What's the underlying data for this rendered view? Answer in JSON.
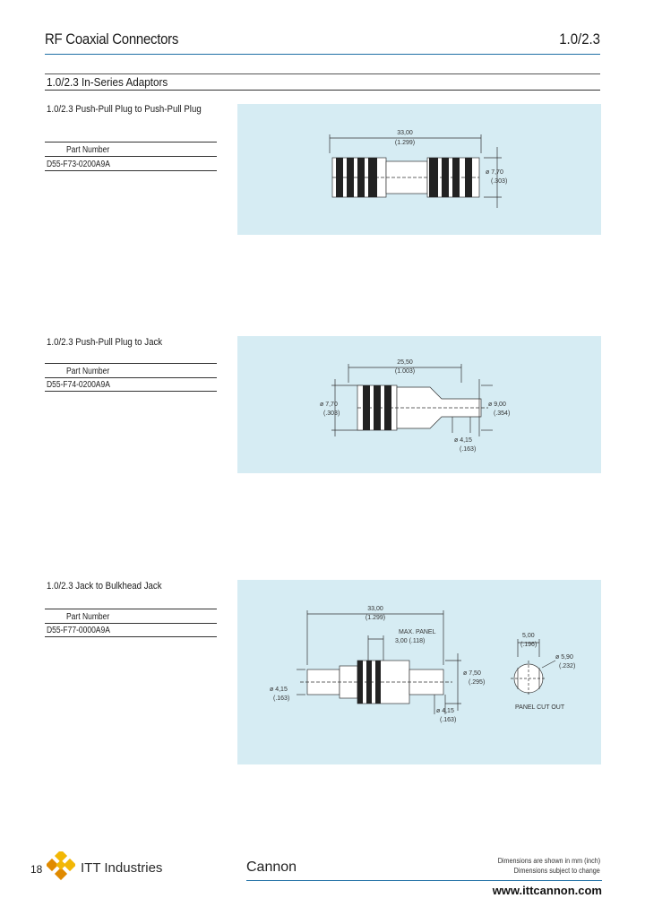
{
  "header": {
    "title": "RF Coaxial Connectors",
    "series_code": "1.0/2.3"
  },
  "section": {
    "title": "1.0/2.3 In-Series Adaptors"
  },
  "products": [
    {
      "title": "1.0/2.3 Push-Pull Plug to Push-Pull Plug",
      "part_number_header": "Part Number",
      "part_number": "D55-F73-0200A9A",
      "dims": {
        "length_mm": "33,00",
        "length_in": "(1.299)",
        "dia_mm": "ø 7,70",
        "dia_in": "(.303)"
      }
    },
    {
      "title": "1.0/2.3 Push-Pull Plug to Jack",
      "part_number_header": "Part Number",
      "part_number": "D55-F74-0200A9A",
      "dims": {
        "length_mm": "25,50",
        "length_in": "(1.003)",
        "dia_left_mm": "ø 7,70",
        "dia_left_in": "(.303)",
        "dia_right_mm": "ø 9,00",
        "dia_right_in": "(.354)",
        "dia_bottom_mm": "ø 4,15",
        "dia_bottom_in": "(.163)"
      }
    },
    {
      "title": "1.0/2.3 Jack to Bulkhead Jack",
      "part_number_header": "Part Number",
      "part_number": "D55-F77-0000A9A",
      "dims": {
        "length_mm": "33,00",
        "length_in": "(1.299)",
        "panel_label": "MAX. PANEL",
        "panel_mm": "3,00 (.118)",
        "dia_left_mm": "ø 4,15",
        "dia_left_in": "(.163)",
        "dia_mid_mm": "ø 7,50",
        "dia_mid_in": "(.295)",
        "dia_bot_mm": "ø 4,15",
        "dia_bot_in": "(.163)",
        "cut_w_mm": "5,00",
        "cut_w_in": "(.196)",
        "cut_d_mm": "ø 5,90",
        "cut_d_in": "(.232)",
        "cut_label": "PANEL CUT OUT"
      }
    }
  ],
  "footer": {
    "page_number": "18",
    "company": "ITT Industries",
    "brand": "Cannon",
    "note_line1": "Dimensions are shown in mm (inch)",
    "note_line2": "Dimensions subject to change",
    "url": "www.ittcannon.com",
    "logo_colors": [
      "#f2b705",
      "#e08a00"
    ]
  }
}
